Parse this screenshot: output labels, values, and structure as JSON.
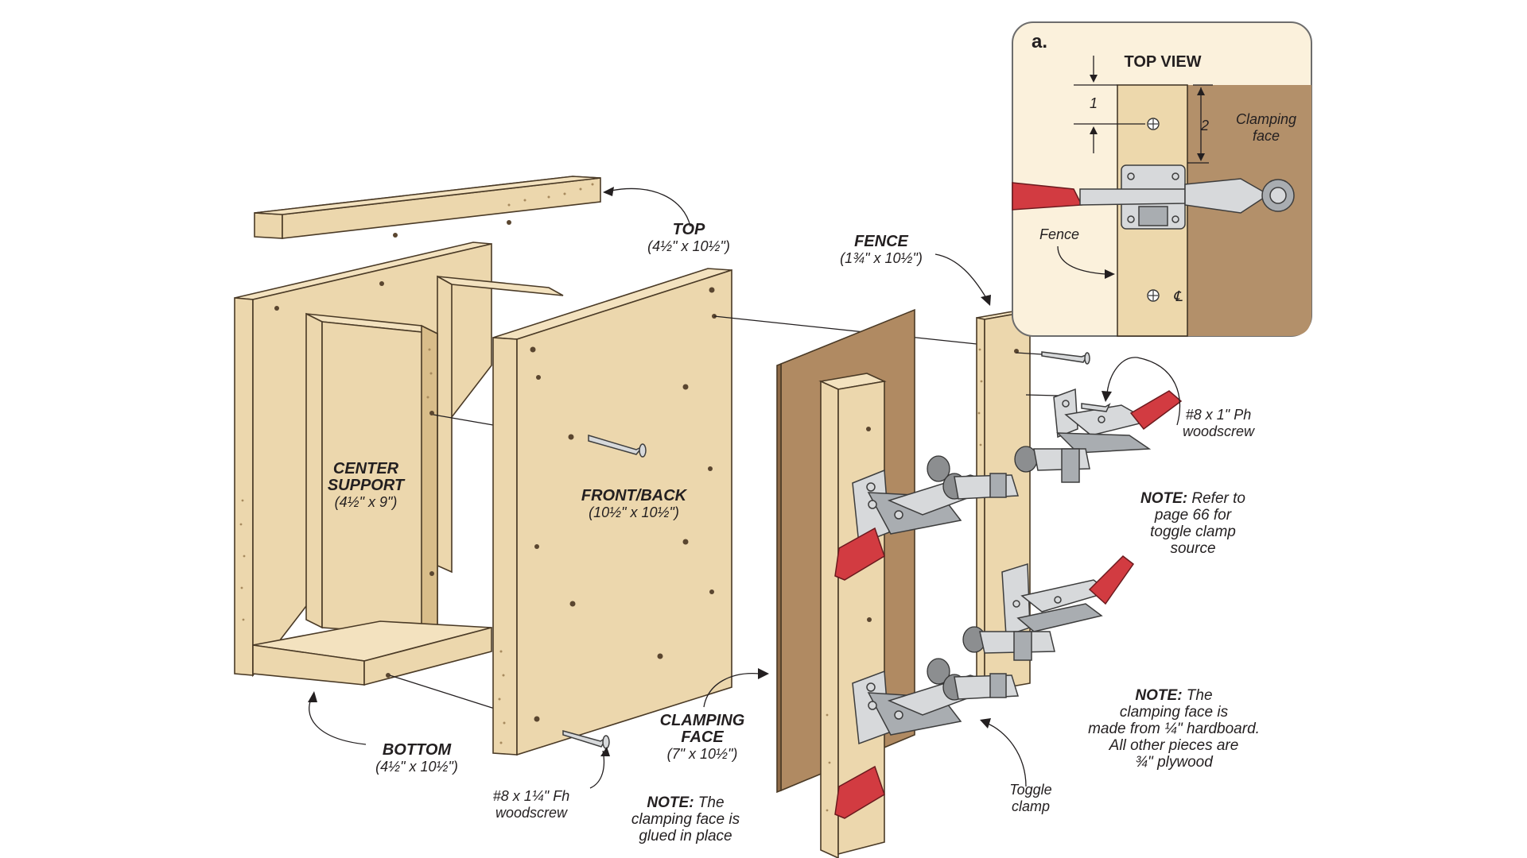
{
  "labels": {
    "top": {
      "name": "TOP",
      "dim": "(4½\" x 10½\")"
    },
    "fence": {
      "name": "FENCE",
      "dim": "(1¾\" x 10½\")"
    },
    "center_support": {
      "name1": "CENTER",
      "name2": "SUPPORT",
      "dim": "(4½\" x 9\")"
    },
    "front_back": {
      "name": "FRONT/BACK",
      "dim": "(10½\" x 10½\")"
    },
    "bottom": {
      "name": "BOTTOM",
      "dim": "(4½\" x 10½\")"
    },
    "clamping_face": {
      "name1": "CLAMPING",
      "name2": "FACE",
      "dim": "(7\" x 10½\")"
    },
    "fh_screw": {
      "line1": "#8 x 1¼\" Fh",
      "line2": "woodscrew"
    },
    "ph_screw": {
      "line1": "#8 x 1\" Ph",
      "line2": "woodscrew"
    },
    "toggle_clamp": {
      "line1": "Toggle",
      "line2": "clamp"
    }
  },
  "notes": {
    "clamp_source": {
      "bold": "NOTE:",
      "line1": " Refer to",
      "line2": "page 66 for",
      "line3": "toggle clamp",
      "line4": "source"
    },
    "hardboard": {
      "bold": "NOTE:",
      "line1": " The",
      "line2": "clamping face is",
      "line3": "made from ¼\" hardboard.",
      "line4": "All other pieces are",
      "line5": "¾\" plywood"
    },
    "glued": {
      "bold": "NOTE:",
      "line1": " The",
      "line2": "clamping face is",
      "line3": "glued in place"
    }
  },
  "inset": {
    "letter": "a.",
    "title": "TOP VIEW",
    "dim1": "1",
    "dim2": "2",
    "clamping_face1": "Clamping",
    "clamping_face2": "face",
    "fence": "Fence",
    "centerline": "℄"
  },
  "colors": {
    "plywood": "#ecd7ad",
    "hardboard": "#b08a62",
    "clamp_handle": "#d23b41",
    "clamp_metal": "#d7d9db",
    "inset_background": "#fbf1dc"
  }
}
